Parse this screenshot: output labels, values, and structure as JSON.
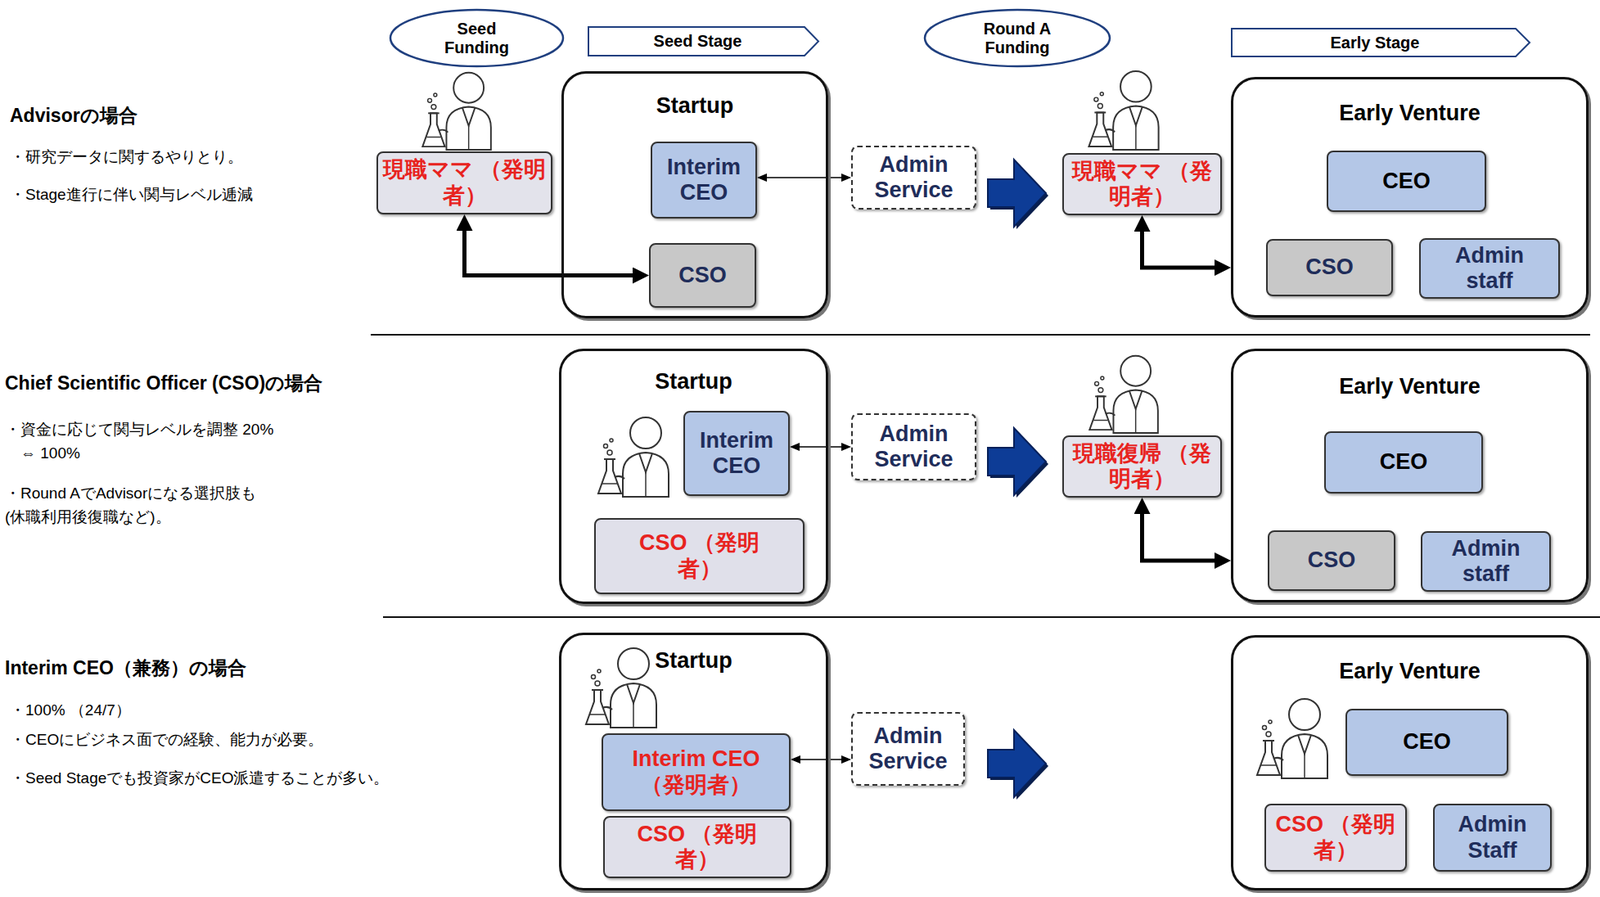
{
  "diagram": {
    "nodes": [
      {
        "text": [
          "Seed Funding"
        ]
      },
      {
        "text": [
          "Seed Stage"
        ]
      },
      {
        "text": [
          "Round A Funding"
        ]
      },
      {
        "text": [
          "Early Stage"
        ]
      },
      {
        "text": [
          "現職ママ （発明者）"
        ]
      },
      {
        "text": [
          "Startup"
        ]
      },
      {
        "text": [
          "Interim CEO"
        ],
        "in": 5
      },
      {
        "text": [
          "CSO"
        ],
        "in": 5
      },
      {
        "text": [
          "Admin Service"
        ]
      },
      {
        "text": [
          "現職ママ （発明者）"
        ]
      },
      {
        "text": [
          "Early Venture"
        ]
      },
      {
        "text": [
          "CEO"
        ],
        "in": 10
      },
      {
        "text": [
          "CSO"
        ],
        "in": 10
      },
      {
        "text": [
          "Admin staff"
        ],
        "in": 10
      },
      {
        "text": [
          "Startup"
        ]
      },
      {
        "text": [
          "Interim CEO"
        ],
        "in": 14
      },
      {
        "text": [
          "CSO （発明者）"
        ],
        "in": 14
      },
      {
        "text": [
          "Admin Service"
        ]
      },
      {
        "text": [
          "現職復帰 （発明者）"
        ]
      },
      {
        "text": [
          "Early Venture"
        ]
      },
      {
        "text": [
          "CEO"
        ],
        "in": 19
      },
      {
        "text": [
          "CSO"
        ],
        "in": 19
      },
      {
        "text": [
          "Admin staff"
        ],
        "in": 19
      },
      {
        "text": [
          "Startup"
        ]
      },
      {
        "text": [
          "Interim CEO （発明者）"
        ],
        "in": 23
      },
      {
        "text": [
          "CSO （発明者）"
        ],
        "in": 23
      },
      {
        "text": [
          "Admin Service"
        ]
      },
      {
        "text": [
          "Early Venture"
        ]
      },
      {
        "text": [
          "CEO"
        ],
        "in": 27
      },
      {
        "text": [
          "CSO （発明者）"
        ],
        "in": 27
      },
      {
        "text": [
          "Admin Staff"
        ],
        "in": 27
      }
    ],
    "edges": [
      {
        "from": 4,
        "to": 7,
        "arrow": "both"
      },
      {
        "from": 6,
        "to": 8,
        "arrow": "both"
      },
      {
        "from": 9,
        "to": 10,
        "arrow": "both"
      },
      {
        "from": 15,
        "to": 17,
        "arrow": "both"
      },
      {
        "from": 18,
        "to": 19,
        "arrow": "both"
      },
      {
        "from": 24,
        "to": 26,
        "arrow": "both"
      }
    ],
    "labels": [
      "Advisorの場合",
      "・研究データに関するやりとり。",
      "・Stage進行に伴い関与レベル逓減",
      "Chief Scientific Officer (CSO)の場合",
      "・資金に応じて関与レベルを調整 20% ⇔ 100%",
      "・Round AでAdvisorになる選択肢も (休職利用後復職など)。",
      "Interim CEO（兼務）の場合",
      "・100% （24/7）",
      "・CEOにビジネス面での経験、能力が必要。",
      "・Seed Stageでも投資家がCEO派遣することが多い。"
    ]
  }
}
